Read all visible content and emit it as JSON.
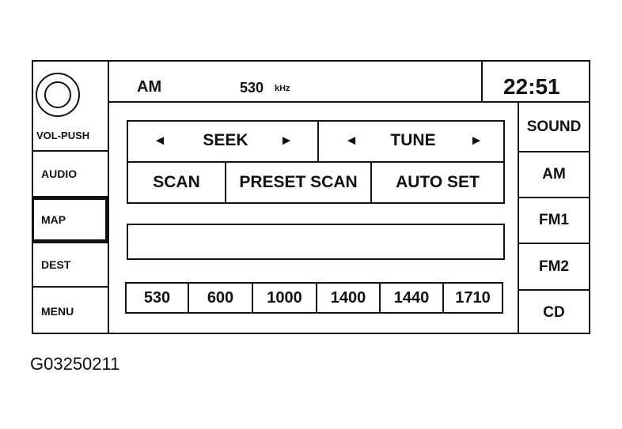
{
  "status_bar": {
    "band": "AM",
    "frequency": "530",
    "unit": "kHz",
    "clock": "22:51"
  },
  "left_panel": {
    "knob_label": "VOL-PUSH",
    "buttons": [
      "AUDIO",
      "MAP",
      "DEST",
      "MENU"
    ],
    "selected": "MAP"
  },
  "right_panel": {
    "buttons": [
      "SOUND",
      "AM",
      "FM1",
      "FM2",
      "CD"
    ]
  },
  "seek": {
    "label": "SEEK",
    "left_arrow": "◄",
    "right_arrow": "►"
  },
  "tune": {
    "label": "TUNE",
    "left_arrow": "◄",
    "right_arrow": "►"
  },
  "scan_row": [
    "SCAN",
    "PRESET SCAN",
    "AUTO SET"
  ],
  "presets": [
    "530",
    "600",
    "1000",
    "1400",
    "1440",
    "1710"
  ],
  "figure_id": "G03250211"
}
